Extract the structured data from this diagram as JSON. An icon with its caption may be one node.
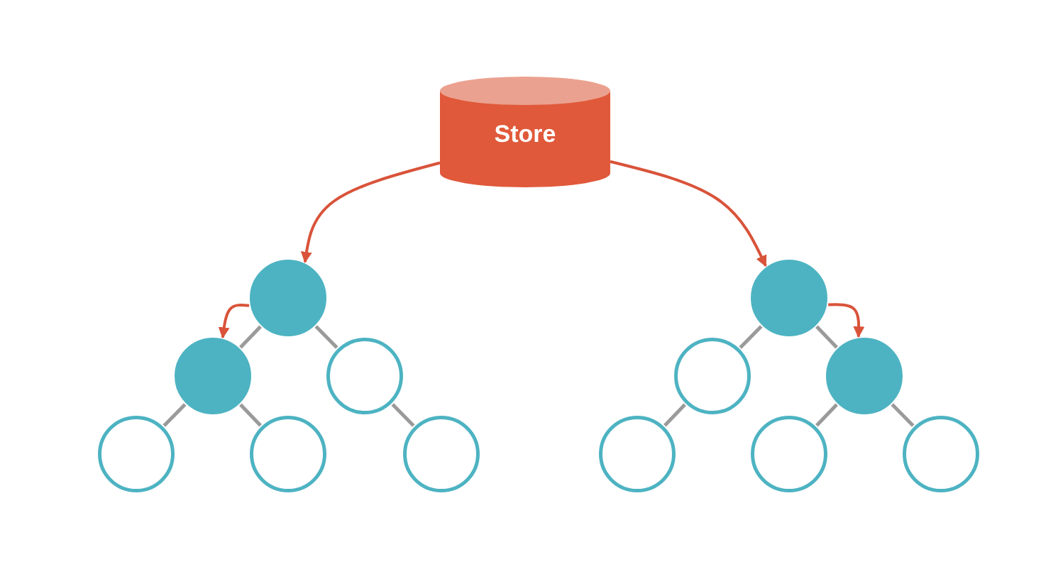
{
  "diagram": {
    "nodes": [
      {
        "text": [
          "Store"
        ]
      },
      {
        "text": [],
        "shape": "disc"
      },
      {
        "text": [],
        "shape": "disc"
      },
      {
        "text": [],
        "shape": "circle"
      },
      {
        "text": [],
        "shape": "circle"
      },
      {
        "text": [],
        "shape": "circle"
      },
      {
        "text": [],
        "shape": "circle"
      },
      {
        "text": [],
        "shape": "disc"
      },
      {
        "text": [],
        "shape": "circle"
      },
      {
        "text": [],
        "shape": "disc"
      },
      {
        "text": [],
        "shape": "circle"
      },
      {
        "text": [],
        "shape": "circle"
      },
      {
        "text": [],
        "shape": "circle"
      }
    ],
    "edges": [
      {
        "from": 1,
        "to": 2,
        "arrow": "none"
      },
      {
        "from": 1,
        "to": 3,
        "arrow": "none"
      },
      {
        "from": 2,
        "to": 4,
        "arrow": "none"
      },
      {
        "from": 2,
        "to": 5,
        "arrow": "none"
      },
      {
        "from": 3,
        "to": 6,
        "arrow": "none"
      },
      {
        "from": 7,
        "to": 8,
        "arrow": "none"
      },
      {
        "from": 7,
        "to": 9,
        "arrow": "none"
      },
      {
        "from": 8,
        "to": 10,
        "arrow": "none"
      },
      {
        "from": 9,
        "to": 11,
        "arrow": "none"
      },
      {
        "from": 9,
        "to": 12,
        "arrow": "none"
      },
      {
        "from": 0,
        "to": 1,
        "arrow": "to",
        "color": "#d9533a"
      },
      {
        "from": 0,
        "to": 7,
        "arrow": "to",
        "color": "#d9533a"
      },
      {
        "from": 1,
        "to": 2,
        "arrow": "to",
        "color": "#d9533a"
      },
      {
        "from": 7,
        "to": 9,
        "arrow": "to",
        "color": "#d9533a"
      }
    ]
  }
}
